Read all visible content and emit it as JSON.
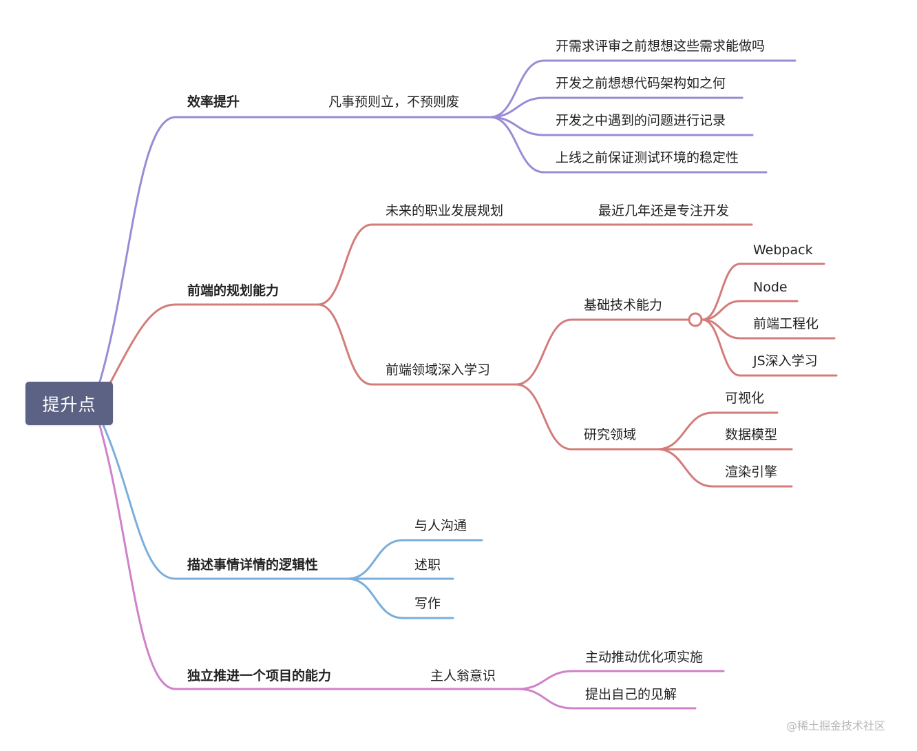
{
  "root": {
    "label": "提升点"
  },
  "colors": {
    "root_bg": "#5b6284",
    "purple": "#9b8bd6",
    "red": "#d37c7a",
    "blue": "#7aaedb",
    "pink": "#cf82c9"
  },
  "branches": {
    "efficiency": {
      "label": "效率提升",
      "sub": {
        "label": "凡事预则立，不预则废",
        "items": [
          "开需求评审之前想想这些需求能做吗",
          "开发之前想想代码架构如之何",
          "开发之中遇到的问题进行记录",
          "上线之前保证测试环境的稳定性"
        ]
      }
    },
    "planning": {
      "label": "前端的规划能力",
      "career": {
        "label": "未来的职业发展规划",
        "child": "最近几年还是专注开发"
      },
      "deep": {
        "label": "前端领域深入学习",
        "basic": {
          "label": "基础技术能力",
          "items": [
            "Webpack",
            "Node",
            "前端工程化",
            "JS深入学习"
          ]
        },
        "research": {
          "label": "研究领域",
          "items": [
            "可视化",
            "数据模型",
            "渲染引擎"
          ]
        }
      }
    },
    "logic": {
      "label": "描述事情详情的逻辑性",
      "items": [
        "与人沟通",
        "述职",
        "写作"
      ]
    },
    "project": {
      "label": "独立推进一个项目的能力",
      "sub": {
        "label": "主人翁意识",
        "items": [
          "主动推动优化项实施",
          "提出自己的见解"
        ]
      }
    }
  },
  "watermark": "@稀土掘金技术社区"
}
